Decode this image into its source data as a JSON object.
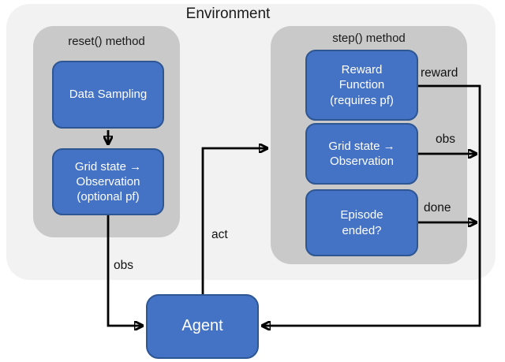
{
  "title": "Environment",
  "colors": {
    "box_blue": "#4472C4",
    "box_blue_border": "#2E5693",
    "group_gray": "#C9C9C9",
    "environment_gray": "#F2F2F2",
    "wire_black": "#000000",
    "box_text_white": "#FFFFFF"
  },
  "groups": {
    "reset": {
      "label": "reset() method",
      "boxes": {
        "data_sampling": "Data Sampling",
        "grid_observation": "Grid state →\nObservation\n(optional pf)"
      }
    },
    "step": {
      "label": "step() method",
      "boxes": {
        "reward_function": "Reward\nFunction\n(requires pf)",
        "grid_observation": "Grid state →\nObservation",
        "episode_ended": "Episode\nended?"
      }
    }
  },
  "agent": {
    "label": "Agent"
  },
  "edge_labels": {
    "reward": "reward",
    "obs_right": "obs",
    "done": "done",
    "act": "act",
    "obs_left": "obs"
  }
}
